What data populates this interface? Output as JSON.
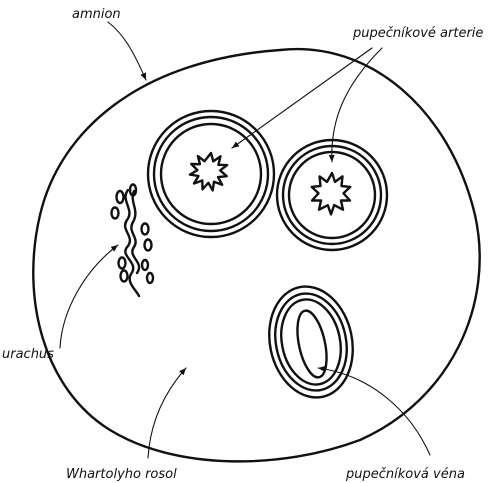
{
  "labels": {
    "amnion": "amnion",
    "arteries": "pupečníkové arterie",
    "urachus": "urachus",
    "wharton": "Whartolyho rosol",
    "vein": "pupečníková véna"
  }
}
